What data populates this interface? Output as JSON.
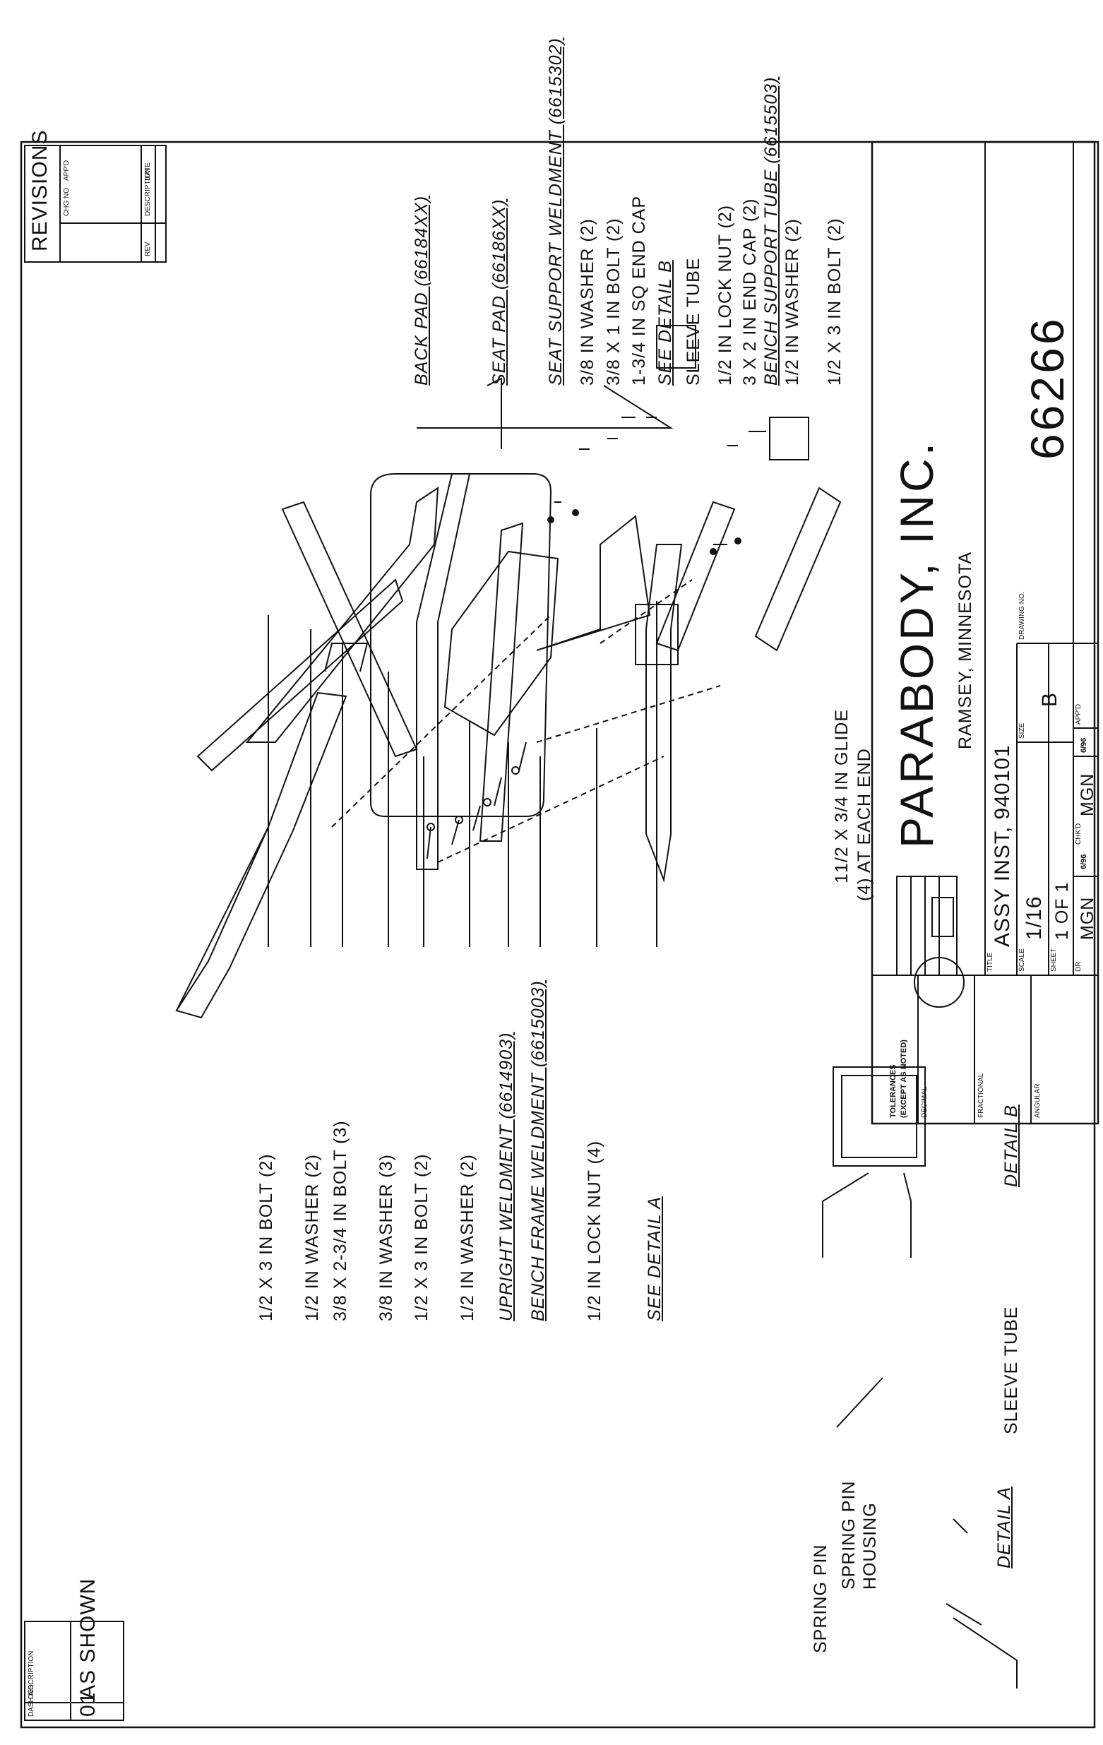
{
  "title_block": {
    "company": "PARABODY, INC.",
    "location": "RAMSEY, MINNESOTA",
    "title_label": "TITLE",
    "title": "ASSY INST, 940101",
    "scale_label": "SCALE",
    "scale": "1/16",
    "size_label": "SIZE",
    "size": "B",
    "drawing_no_label": "DRAWING NO.",
    "drawing_no": "66266",
    "sheet_label": "SHEET",
    "sheet": "1 OF 1",
    "dr_label": "DR",
    "dr": "MGN",
    "dr_date": "6/96",
    "chkd_label": "CHK'D",
    "chkd": "MGN",
    "chkd_date": "6/96",
    "appd_label": "APP'D"
  },
  "tolerances": {
    "header": "TOLERANCES",
    "subheader": "(EXCEPT AS NOTED)",
    "decimal": "DECIMAL",
    "fractional": "FRACTIONAL",
    "angular": "ANGULAR"
  },
  "revisions": {
    "title": "REVISIONS",
    "columns": [
      "REV",
      "DESCRIPTION",
      "CHG NO",
      "APP'D",
      "DATE"
    ]
  },
  "dash_table": {
    "col_dash": "DASH NO",
    "col_desc": "DESCRIPTION",
    "dash": "01",
    "description": "AS SHOWN"
  },
  "callouts_right": [
    "BACK PAD (66184XX)",
    "SEAT PAD (66186XX)",
    "SEAT SUPPORT WELDMENT (6615302)",
    "3/8 IN WASHER (2)",
    "3/8 X 1 IN BOLT (2)",
    "1-3/4 IN SQ END CAP",
    "SEE DETAIL B",
    "SLEEVE TUBE",
    "1/2 IN LOCK NUT (2)",
    "3 X 2 IN END CAP (2)",
    "BENCH SUPPORT TUBE (6615503)",
    "1/2 IN WASHER (2)",
    "1/2 X 3 IN BOLT (2)"
  ],
  "callouts_left": [
    "1/2 X 3 IN BOLT (2)",
    "1/2 IN WASHER (2)",
    "3/8 X 2-3/4 IN BOLT (3)",
    "3/8 IN WASHER (3)",
    "1/2 X 3 IN BOLT (2)",
    "1/2 IN WASHER (2)",
    "UPRIGHT WELDMENT (6614903)",
    "BENCH FRAME WELDMENT (6615003)",
    "1/2 IN LOCK NUT (4)",
    "SEE DETAIL A"
  ],
  "detail_a": {
    "title": "DETAIL A",
    "spring_pin": "SPRING PIN",
    "housing_line1": "SPRING PIN",
    "housing_line2": "HOUSING"
  },
  "detail_b": {
    "title": "DETAIL B",
    "sleeve_tube": "SLEEVE TUBE",
    "glide_line1": "1/2 X 3/4 IN GLIDE",
    "glide_line2": "AT EACH END",
    "glide_qty_1": "1",
    "glide_qty_2": "(4)"
  }
}
